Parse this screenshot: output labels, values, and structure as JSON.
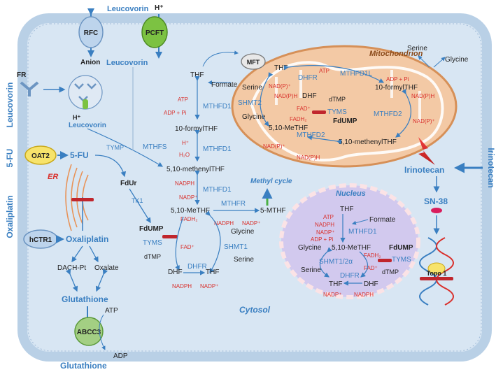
{
  "compartments": {
    "mitochondrion": "Mitochondrion",
    "nucleus": "Nucleus",
    "cytosol": "Cytosol",
    "er": "ER"
  },
  "drugs": {
    "leucovorin": "Leucovorin",
    "fu": "5-FU",
    "oxaliplatin": "Oxaliplatin",
    "irinotecan": "Irinotecan"
  },
  "transporters": {
    "rfc": "RFC",
    "pcft": "PCFT",
    "mft": "MFT",
    "oat2": "OAT2",
    "hctr1": "hCTR1",
    "abcc3": "ABCC3",
    "fr": "FR"
  },
  "top_labels": {
    "leucovorin_top": "Leucovorin",
    "h_plus": "H⁺",
    "anion": "Anion",
    "leucovorin_in": "Leucovorin",
    "h_plus_cell": "H⁺",
    "leucovorin_cell": "Leucovorin"
  },
  "fu_path": {
    "fu_in": "5-FU",
    "tymp": "TYMP",
    "fdur": "FdUr",
    "tk1": "TK1",
    "mthfs": "MTHFS"
  },
  "oxa_path": {
    "oxa_in": "Oxaliplatin",
    "dachpt": "DACH-Pt",
    "oxalate": "Oxalate",
    "glutathione": "Glutathione",
    "atp": "ATP",
    "adp": "ADP",
    "glutathione_out": "Glutathione"
  },
  "cytosol_labels": {
    "thf": "THF",
    "formate": "Formate",
    "atp": "ATP",
    "adp_pi": "ADP + Pi",
    "mthfd1_a": "MTHFD1",
    "formylthf": "10-formylTHF",
    "h_plus": "H⁺",
    "h2o": "H₂O",
    "mthfd1_b": "MTHFD1",
    "methenylthf": "5,10-methenylTHF",
    "nadph": "NADPH",
    "nadp": "NADP⁺",
    "mthfd1_c": "MTHFD1",
    "methylcycle": "Methyl cycle",
    "methf": "5,10-MeTHF",
    "mthfr": "MTHFR",
    "mthf": "5-MTHF",
    "fadh2": "FADH₂",
    "fad": "FAD⁺",
    "nadph2": "NADPH",
    "nadp2": "NADP⁺",
    "fdump": "FdUMP",
    "tyms": "TYMS",
    "dtmp": "dTMP",
    "glycine": "Glycine",
    "shmt1": "SHMT1",
    "serine": "Serine",
    "dhf": "DHF",
    "dhfr": "DHFR",
    "thf2": "THF",
    "nadph3": "NADPH",
    "nadp3": "NADP⁺"
  },
  "mito_labels": {
    "thf": "THF",
    "dhfr": "DHFR",
    "atp": "ATP",
    "mthfd1l": "MTHFD1L",
    "adp_pi": "ADP + Pi",
    "formylthf": "10-formylTHF",
    "serine": "Serine",
    "nadpp": "NAD(P)⁺",
    "nadph": "NAD(P)H",
    "dhf": "DHF",
    "shmt2": "SHMT2",
    "dtmp": "dTMP",
    "fad": "FAD⁺",
    "tyms": "TYMS",
    "fadh2": "FADH₂",
    "fdump": "FdUMP",
    "glycine": "Glycine",
    "methf": "5,10-MeTHF",
    "mthfd2": "MTHFD2",
    "mthfd2b": "MTHFD2",
    "nadph2": "NAD(P)H",
    "nadpp2": "NAD(P)⁺",
    "methenylthf": "5,10-methenylTHF",
    "nadpp3": "NAD(P)⁺",
    "nadph3": "NAD(P)H",
    "serine_out": "Serine",
    "glycine_out": "Glycine"
  },
  "nucleus_labels": {
    "thf": "THF",
    "formate": "Formate",
    "atp": "ATP",
    "nadph": "NADPH",
    "nadp": "NADP⁺",
    "adp_pi": "ADP + Pi",
    "mthfd1": "MTHFD1",
    "glycine": "Glycine",
    "methf": "5,10-MeTHF",
    "fdump": "FdUMP",
    "fadh2": "FADH₂",
    "tyms": "TYMS",
    "fad": "FAD⁺",
    "shmt": "SHMT1/2α",
    "serine": "Serine",
    "dtmp": "dTMP",
    "dhfr": "DHFR",
    "thf2": "THF",
    "dhf": "DHF",
    "nadp2": "NADP⁺",
    "nadph2": "NADPH"
  },
  "iri_path": {
    "sn38": "SN-38",
    "topo1": "Topo 1"
  },
  "colors": {
    "membrane": "#b9d0e6",
    "cell_fill": "#d8e6f3",
    "blue_text": "#3a7fc1",
    "red_text": "#d9302c",
    "mito_fill": "#f3c9a5",
    "nucleus_fill": "#d2c9ee",
    "rfc_fill": "#bdd4ec",
    "pcft_fill": "#7cc242",
    "oat2_fill": "#f7e36b",
    "hctr1_fill": "#bdd4ec",
    "abcc3_fill": "#a3cf83",
    "mft_fill": "#e8e8e8",
    "inhibitor": "#c0262d"
  }
}
